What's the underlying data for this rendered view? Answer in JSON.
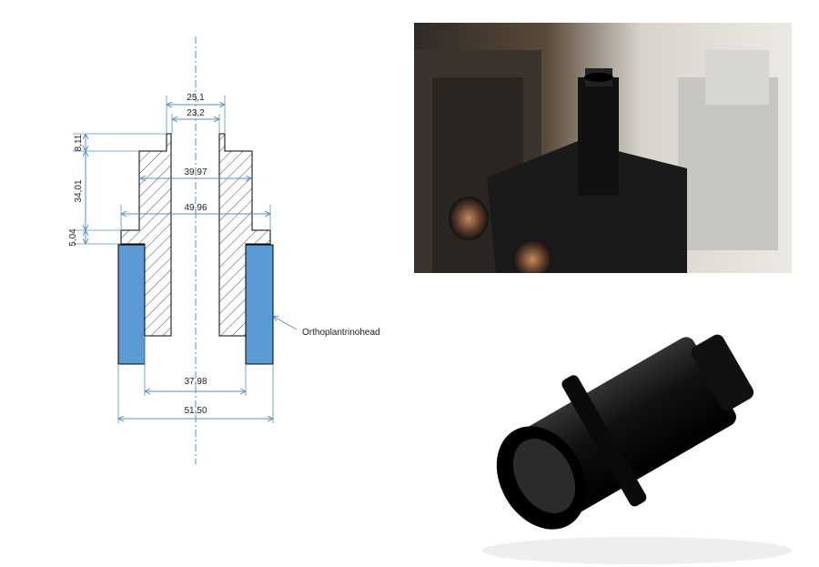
{
  "diagram": {
    "dimensions": {
      "top_outer": "25,1",
      "top_inner": "23,2",
      "mid_width": "39,97",
      "flange_width": "49,96",
      "lip_height": "8,11",
      "body_height": "34,01",
      "flange_height": "5,04",
      "bore_width": "37,98",
      "outer_width": "51,50"
    },
    "callout_label": "Orthoplantrinohead",
    "colors": {
      "dimension": "#5b8fc0",
      "part": "#5b9bd5",
      "outline": "#000000"
    }
  },
  "photos": {
    "top": "microscope-trinocular-head-photo",
    "bottom": "black-camera-adapter-tube-photo"
  }
}
